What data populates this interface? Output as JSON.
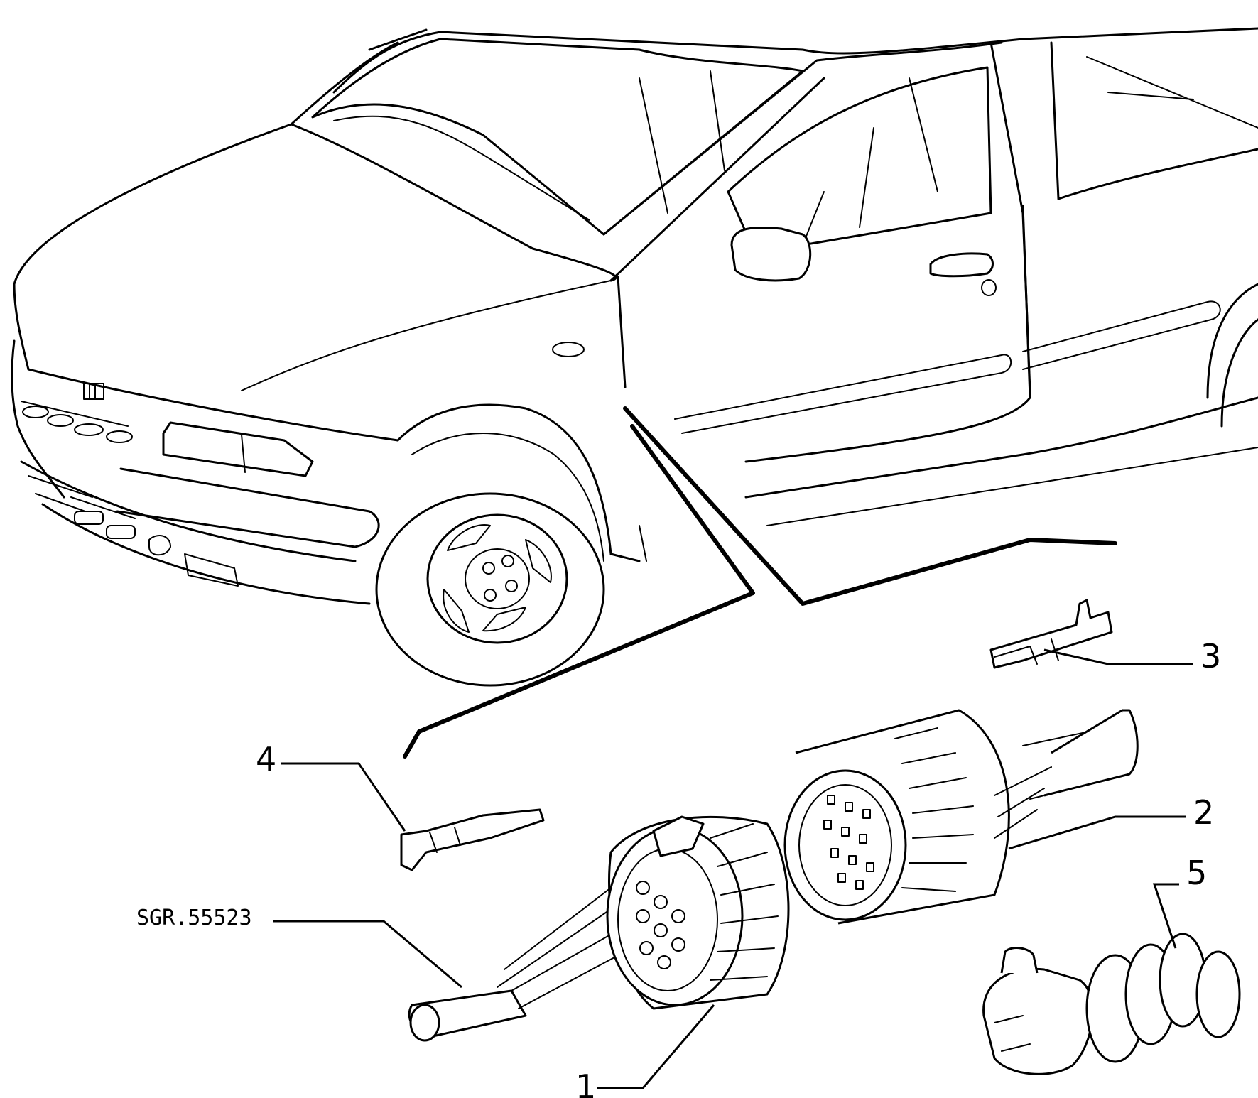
{
  "diagram": {
    "callouts": {
      "item_1": "1",
      "item_2": "2",
      "item_3": "3",
      "item_4": "4",
      "item_5": "5",
      "reference": "SGR.55523"
    }
  }
}
